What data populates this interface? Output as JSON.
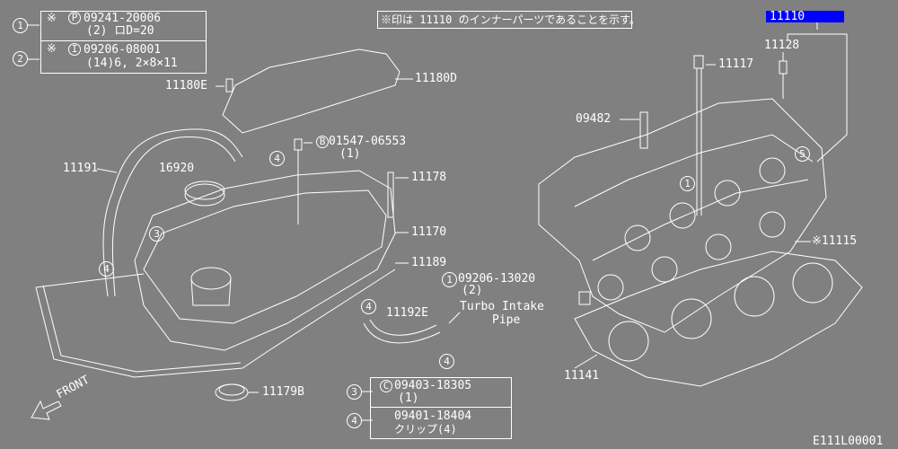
{
  "legend_boxes": {
    "box1": {
      "ref": "1",
      "mark": "※",
      "code": "P",
      "part": "09241-20006",
      "detail": "(2) ロD=20"
    },
    "box2": {
      "ref": "2",
      "mark": "※",
      "code": "I",
      "part": "09206-08001",
      "detail": "(14)6, 2×8×11"
    },
    "box3": {
      "ref": "3",
      "code": "C",
      "part": "09403-18305",
      "detail": "(1)"
    },
    "box4": {
      "ref": "4",
      "part": "09401-18404",
      "detail": "クリップ(4)"
    }
  },
  "note": "※印は 11110 のインナーパーツであることを示す。",
  "selected_part": "11110",
  "labels": {
    "p11180E": "11180E",
    "p11180D": "11180D",
    "p11191": "11191",
    "p16920": "16920",
    "p01547": "01547-06553",
    "p01547_code": "B",
    "p01547_qty": "(1)",
    "p11178": "11178",
    "p11170": "11170",
    "p11189": "11189",
    "p09206": "09206-13020",
    "p09206_qty": "(2)",
    "turbo1": "Turbo Intake",
    "turbo2": "Pipe",
    "p11192E": "11192E",
    "p11179B": "11179B",
    "front": "FRONT",
    "p11141": "11141",
    "p09482": "09482",
    "p11117": "11117",
    "p11128": "11128",
    "p11115": "※11115",
    "drawing_id": "E111L00001"
  },
  "callouts": {
    "one": "1",
    "two": "2",
    "three": "3",
    "four": "4",
    "five": "5"
  }
}
